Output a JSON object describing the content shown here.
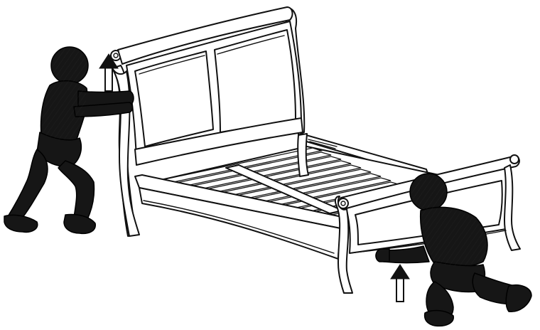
{
  "scene": {
    "subject": "bed-assembly-lift",
    "colors": {
      "line": "#111111",
      "figure": "#161616",
      "background": "#ffffff"
    },
    "figures": [
      {
        "id": "left-person",
        "pose": "pushing-headboard"
      },
      {
        "id": "right-person",
        "pose": "kneeling-lifting-footboard"
      }
    ],
    "arrows": [
      {
        "id": "headboard-lift-arrow",
        "direction": "up"
      },
      {
        "id": "footboard-lift-arrow",
        "direction": "up"
      }
    ],
    "icons": [
      "person-icon",
      "up-arrow-icon"
    ]
  }
}
